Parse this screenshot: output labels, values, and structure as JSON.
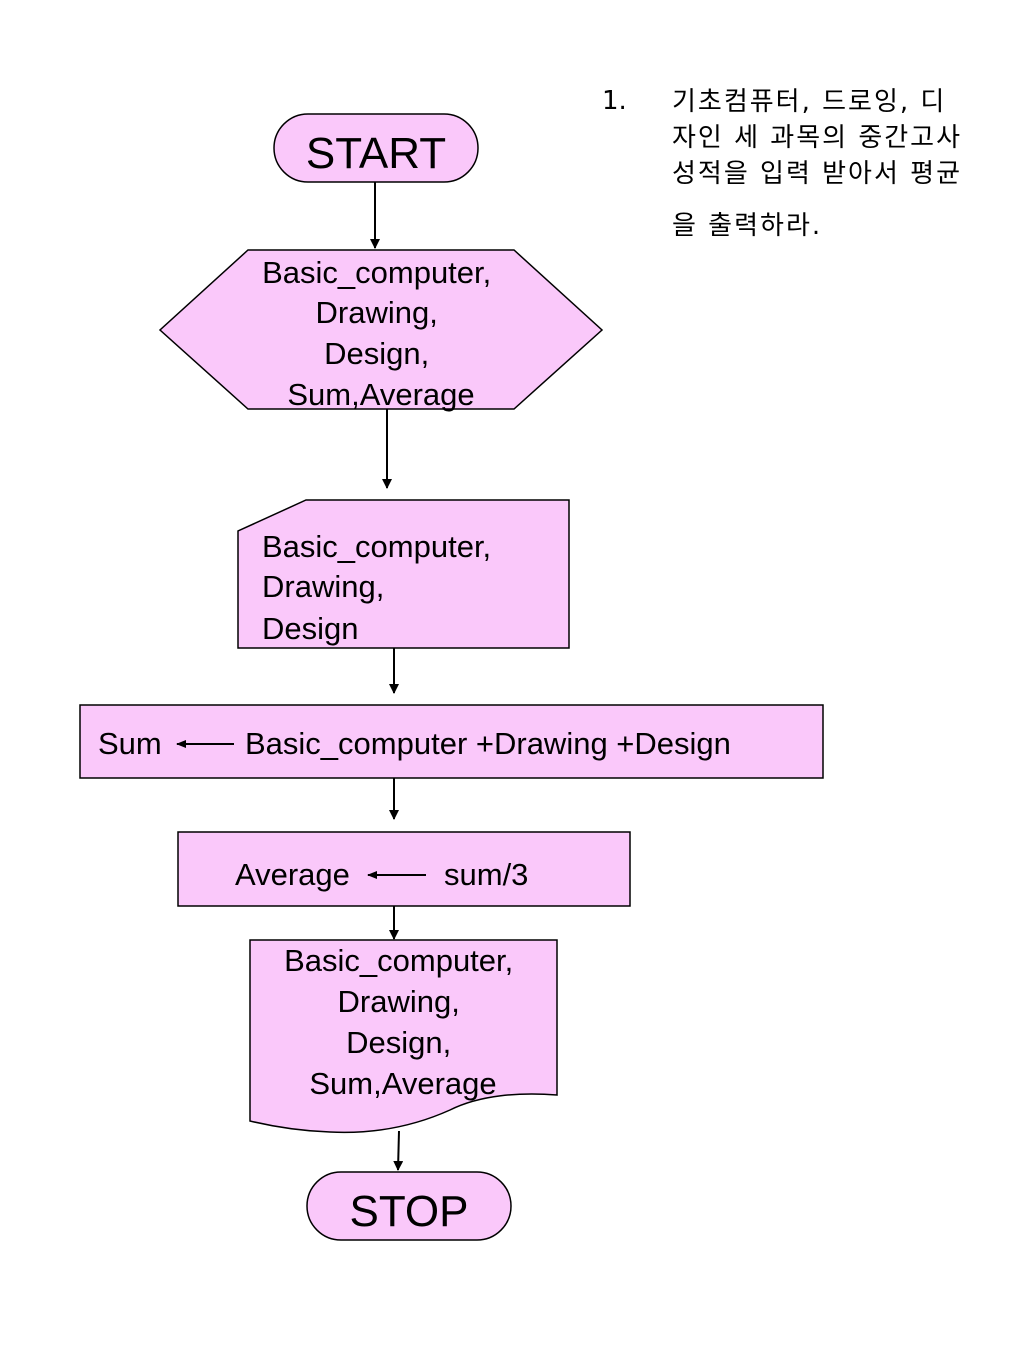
{
  "note": {
    "number": "1.",
    "lines": [
      "기초컴퓨터, 드로잉, 디",
      "자인 세 과목의 중간고사",
      "성적을 입력 받아서 평균",
      "을 출력하라."
    ]
  },
  "flowchart": {
    "start": {
      "label": "START"
    },
    "declare": {
      "lines": [
        "Basic_computer,",
        "Drawing,",
        "Design,",
        "Sum,Average"
      ]
    },
    "input": {
      "lines": [
        "Basic_computer,",
        "Drawing,",
        "Design"
      ]
    },
    "sum": {
      "target": "Sum",
      "expression": "Basic_computer +Drawing +Design"
    },
    "average": {
      "target": "Average",
      "expression": "sum/3"
    },
    "output": {
      "lines": [
        "Basic_computer,",
        "Drawing,",
        "Design,",
        "Sum,Average"
      ]
    },
    "stop": {
      "label": "STOP"
    }
  },
  "colors": {
    "shape_fill": "#fac8fa",
    "stroke": "#000000"
  }
}
